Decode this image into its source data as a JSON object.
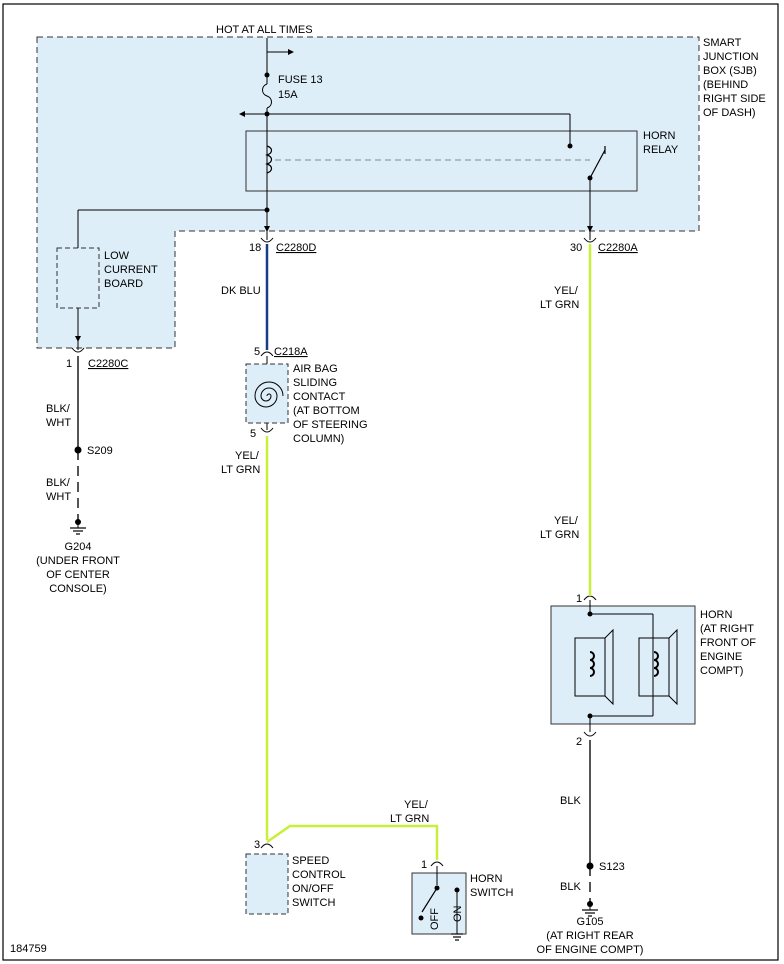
{
  "diagram_id": "184759",
  "power": {
    "label": "HOT AT ALL TIMES"
  },
  "fuse": {
    "line1": "FUSE 13",
    "line2": "15A"
  },
  "sjb": {
    "lines": [
      "SMART",
      "JUNCTION",
      "BOX (SJB)",
      "(BEHIND",
      "RIGHT SIDE",
      "OF DASH)"
    ]
  },
  "horn_relay": {
    "lines": [
      "HORN",
      "RELAY"
    ]
  },
  "low_current_board": {
    "lines": [
      "LOW",
      "CURRENT",
      "BOARD"
    ]
  },
  "connectors": {
    "c2280d": {
      "pin": "18",
      "name": "C2280D"
    },
    "c2280a": {
      "pin": "30",
      "name": "C2280A"
    },
    "c2280c": {
      "pin": "1",
      "name": "C2280C"
    },
    "c218a": {
      "pin_top": "5",
      "name": "C218A",
      "pin_bottom": "5"
    },
    "speed_pin": "3",
    "horn_switch_pin": "1",
    "horn_pin_top": "1",
    "horn_pin_bottom": "2"
  },
  "wires": {
    "dk_blu": "DK BLU",
    "yel": "YEL/",
    "lt_grn": "LT GRN",
    "blk": "BLK/",
    "wht": "WHT",
    "blk_solid": "BLK"
  },
  "splices": {
    "s209": "S209",
    "s123": "S123"
  },
  "grounds": {
    "g204": {
      "lines": [
        "G204",
        "(UNDER FRONT",
        "OF CENTER",
        "CONSOLE)"
      ]
    },
    "g105": {
      "lines": [
        "G105",
        "(AT RIGHT REAR",
        "OF ENGINE COMPT)"
      ]
    }
  },
  "air_bag": {
    "lines": [
      "AIR BAG",
      "SLIDING",
      "CONTACT",
      "(AT BOTTOM",
      "OF STEERING",
      "COLUMN)"
    ]
  },
  "speed_control": {
    "lines": [
      "SPEED",
      "CONTROL",
      "ON/OFF",
      "SWITCH"
    ]
  },
  "horn_switch": {
    "lines": [
      "HORN",
      "SWITCH"
    ],
    "off": "OFF",
    "on": "ON"
  },
  "horn": {
    "lines": [
      "HORN",
      "(AT RIGHT",
      "FRONT OF",
      "ENGINE",
      "COMPT)"
    ]
  },
  "colors": {
    "box_fill": "#deeef9",
    "dk_blu_wire": "#1a3a8c",
    "yel_wire": "#c8ef3a",
    "blk_wire": "#555555",
    "line": "#000000"
  }
}
